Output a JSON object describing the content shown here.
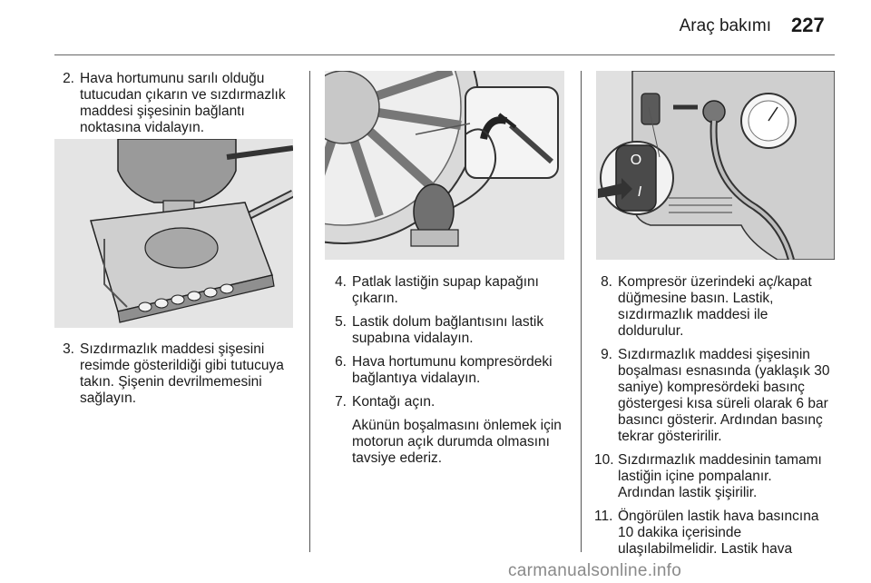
{
  "header": {
    "title": "Araç bakımı",
    "page_number": "227"
  },
  "column1": {
    "steps_top": [
      {
        "num": "2.",
        "text": "Hava hortumunu sarılı olduğu tutucudan çıkarın ve sızdırmazlık maddesi şişesinin bağlantı noktasına vidalayın."
      }
    ],
    "steps_bottom": [
      {
        "num": "3.",
        "text": "Sızdırmazlık maddesi şişesini resimde gösterildiği gibi tutucuya takın. Şişenin devrilmemesini sağlayın."
      }
    ]
  },
  "column2": {
    "steps": [
      {
        "num": "4.",
        "text": "Patlak lastiğin supap kapağını çıkarın."
      },
      {
        "num": "5.",
        "text": "Lastik dolum bağlantısını lastik supabına vidalayın."
      },
      {
        "num": "6.",
        "text": "Hava hortumunu kompresördeki bağlantıya vidalayın."
      },
      {
        "num": "7.",
        "text": "Kontağı açın.",
        "sub": "Akünün boşalmasını önlemek için motorun açık durumda olmasını tavsiye ederiz."
      }
    ]
  },
  "column3": {
    "steps": [
      {
        "num": "8.",
        "text": "Kompresör üzerindeki aç/kapat düğmesine basın. Lastik, sızdırmazlık maddesi ile doldurulur."
      },
      {
        "num": "9.",
        "text": "Sızdırmazlık maddesi şişesinin boşalması esnasında (yaklaşık 30 saniye) kompresördeki basınç göstergesi kısa süreli olarak 6 bar basıncı gösterir. Ardından basınç tekrar gösteririlir."
      },
      {
        "num": "10.",
        "text": "Sızdırmazlık maddesinin tamamı lastiğin içine pompalanır. Ardından lastik şişirilir."
      },
      {
        "num": "11.",
        "text": "Öngörülen lastik hava basıncına 10 dakika içerisinde ulaşılabilmelidir. Lastik hava"
      }
    ]
  },
  "figures": {
    "fig1_icon": "sealant-bottle-holder-illustration",
    "fig2_icon": "tyre-valve-compressor-illustration",
    "fig3_icon": "compressor-switch-gauge-illustration",
    "switch_on_label": "I",
    "switch_off_label": "O"
  },
  "watermark": "carmanualsonline.info"
}
